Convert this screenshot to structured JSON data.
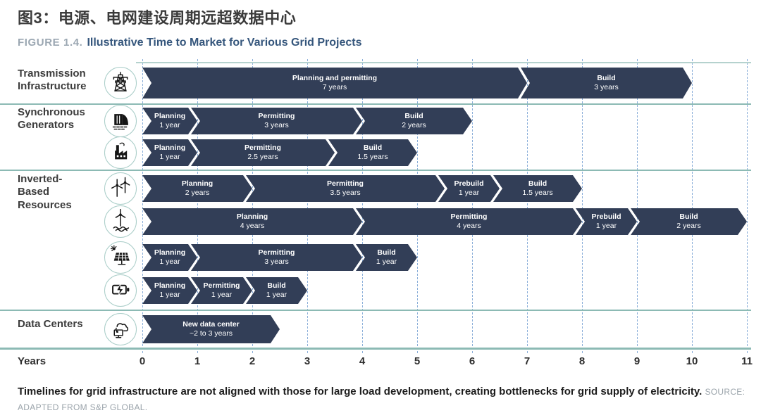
{
  "header": {
    "title_zh": "图3：电源、电网建设周期远超数据中心",
    "figure_label": "FIGURE 1.4.",
    "figure_title": "Illustrative Time to Market for Various Grid Projects"
  },
  "axis": {
    "label": "Years",
    "ticks": [
      "0",
      "1",
      "2",
      "3",
      "4",
      "5",
      "6",
      "7",
      "8",
      "9",
      "10",
      "11"
    ]
  },
  "footer": {
    "statement": "Timelines for grid infrastructure are not aligned with those for large load development, creating bottlenecks for grid supply of electricity.",
    "source": "SOURCE: ADAPTED FROM S&P GLOBAL."
  },
  "colors": {
    "bar": "#323e57",
    "bar_text": "#ffffff",
    "divider": "#8cbab4",
    "grid": "#8aaed9",
    "figure_label": "#9ba7b2",
    "figure_title": "#35567c",
    "title_zh": "#3b3b3b",
    "group_label": "#3c3c3c",
    "icon_ring": "#a9cdc8"
  },
  "chart_data": {
    "type": "gantt-arrow-timeline",
    "x_unit": "years",
    "x_range": [
      0,
      11
    ],
    "grid": "dashed-vertical",
    "groups": [
      {
        "label": "Transmission Infrastructure",
        "rows": [
          {
            "icon": "transmission-tower-icon",
            "segments": [
              {
                "label": "Planning and permitting",
                "duration": "7 years",
                "start": 0,
                "end": 7
              },
              {
                "label": "Build",
                "duration": "3 years",
                "start": 7,
                "end": 10
              }
            ]
          }
        ]
      },
      {
        "label": "Synchronous Generators",
        "rows": [
          {
            "icon": "hydro-dam-icon",
            "segments": [
              {
                "label": "Planning",
                "duration": "1 year",
                "start": 0,
                "end": 1
              },
              {
                "label": "Permitting",
                "duration": "3 years",
                "start": 1,
                "end": 4
              },
              {
                "label": "Build",
                "duration": "2 years",
                "start": 4,
                "end": 6
              }
            ]
          },
          {
            "icon": "factory-icon",
            "segments": [
              {
                "label": "Planning",
                "duration": "1 year",
                "start": 0,
                "end": 1
              },
              {
                "label": "Permitting",
                "duration": "2.5 years",
                "start": 1,
                "end": 3.5
              },
              {
                "label": "Build",
                "duration": "1.5 years",
                "start": 3.5,
                "end": 5
              }
            ]
          }
        ]
      },
      {
        "label": "Inverted-Based Resources",
        "rows": [
          {
            "icon": "wind-turbines-icon",
            "segments": [
              {
                "label": "Planning",
                "duration": "2 years",
                "start": 0,
                "end": 2
              },
              {
                "label": "Permitting",
                "duration": "3.5 years",
                "start": 2,
                "end": 5.5
              },
              {
                "label": "Prebuild",
                "duration": "1 year",
                "start": 5.5,
                "end": 6.5
              },
              {
                "label": "Build",
                "duration": "1.5 years",
                "start": 6.5,
                "end": 8
              }
            ]
          },
          {
            "icon": "offshore-wind-icon",
            "segments": [
              {
                "label": "Planning",
                "duration": "4 years",
                "start": 0,
                "end": 4
              },
              {
                "label": "Permitting",
                "duration": "4 years",
                "start": 4,
                "end": 8
              },
              {
                "label": "Prebuild",
                "duration": "1 year",
                "start": 8,
                "end": 9
              },
              {
                "label": "Build",
                "duration": "2 years",
                "start": 9,
                "end": 11
              }
            ]
          },
          {
            "icon": "solar-panel-icon",
            "segments": [
              {
                "label": "Planning",
                "duration": "1 year",
                "start": 0,
                "end": 1
              },
              {
                "label": "Permitting",
                "duration": "3 years",
                "start": 1,
                "end": 4
              },
              {
                "label": "Build",
                "duration": "1 year",
                "start": 4,
                "end": 5
              }
            ]
          },
          {
            "icon": "battery-icon",
            "segments": [
              {
                "label": "Planning",
                "duration": "1 year",
                "start": 0,
                "end": 1
              },
              {
                "label": "Permitting",
                "duration": "1 year",
                "start": 1,
                "end": 2
              },
              {
                "label": "Build",
                "duration": "1 year",
                "start": 2,
                "end": 3
              }
            ]
          }
        ]
      },
      {
        "label": "Data Centers",
        "rows": [
          {
            "icon": "data-center-icon",
            "segments": [
              {
                "label": "New data center",
                "duration": "~2 to 3 years",
                "start": 0,
                "end": 2.5
              }
            ]
          }
        ]
      }
    ]
  }
}
